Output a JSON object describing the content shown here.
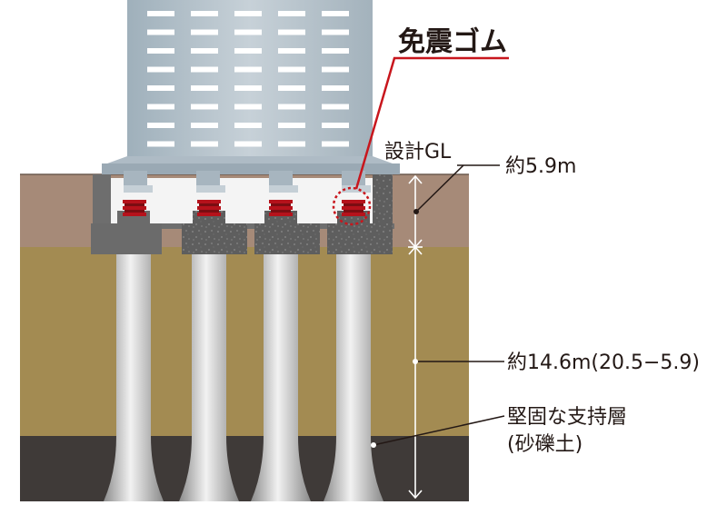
{
  "labels": {
    "isolator": "免震ゴム",
    "gl": "設計GL",
    "depth1": "約5.9m",
    "depth2": "約14.6m(20.5−5.9)",
    "bearing_line1": "堅固な支持層",
    "bearing_line2": "(砂礫土)"
  },
  "colors": {
    "accent_red": "#c8161d",
    "building": "#b7c3cc",
    "soil_top": "#a68a78",
    "soil_mid": "#a38b52",
    "soil_bottom": "#3f3a38",
    "concrete": "#6b6b6b",
    "rubber": "#b5121b",
    "pile": "#c9c9c9"
  }
}
